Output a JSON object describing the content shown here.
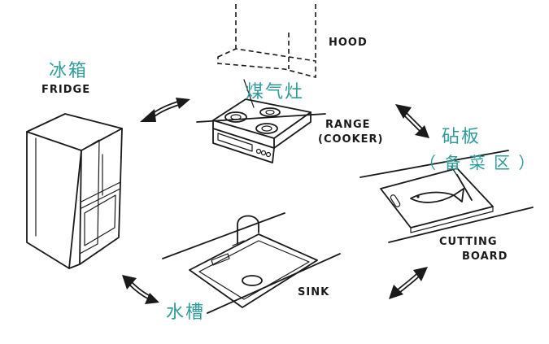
{
  "labels": {
    "hood": "HOOD",
    "fridge_cn": "冰箱",
    "fridge_en": "FRIDGE",
    "range_cn": "煤气灶",
    "range_en_1": "RANGE",
    "range_en_2": "(COOKER)",
    "board_cn_1": "砧板",
    "board_cn_2": "（ 备 菜 区 ）",
    "board_en_1": "CUTTING",
    "board_en_2": "BOARD",
    "sink_en": "SINK",
    "sink_cn": "水槽"
  },
  "colors": {
    "ink": "#1a1a1a",
    "chinese_labels": "#2f9c9c",
    "background": "#ffffff"
  }
}
